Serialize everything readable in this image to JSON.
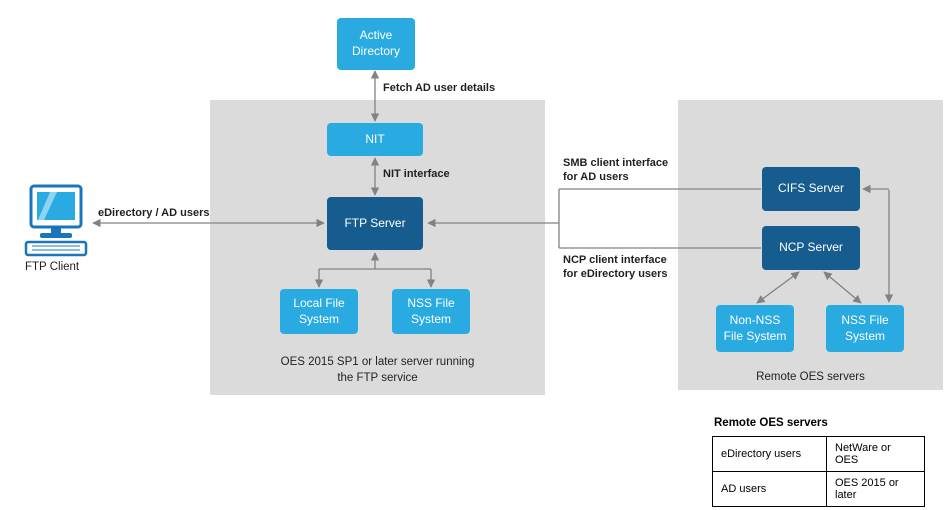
{
  "colors": {
    "light_blue": "#29ABE2",
    "dark_blue": "#175C8F",
    "panel_gray": "#DBDBDB",
    "line_gray": "#808285",
    "text": "#231F20"
  },
  "nodes": {
    "active_directory": "Active\nDirectory",
    "nit": "NIT",
    "ftp_server": "FTP Server",
    "local_file_system": "Local File\nSystem",
    "nss_file_system_center": "NSS File\nSystem",
    "cifs_server": "CIFS Server",
    "ncp_server": "NCP Server",
    "non_nss_file_system": "Non-NSS\nFile System",
    "nss_file_system_right": "NSS File\nSystem"
  },
  "labels": {
    "fetch_ad": "Fetch AD user details",
    "nit_interface": "NIT interface",
    "edirectory_ad_users": "eDirectory / AD users",
    "ftp_client": "FTP Client",
    "smb_interface": "SMB client interface\nfor AD users",
    "ncp_interface": "NCP client interface\nfor eDirectory users"
  },
  "captions": {
    "oes_server": "OES 2015 SP1 or later server running\nthe FTP service",
    "remote_oes": "Remote OES servers"
  },
  "table": {
    "title": "Remote OES servers",
    "rows": [
      [
        "eDirectory users",
        "NetWare or OES"
      ],
      [
        "AD users",
        "OES 2015 or later"
      ]
    ]
  }
}
